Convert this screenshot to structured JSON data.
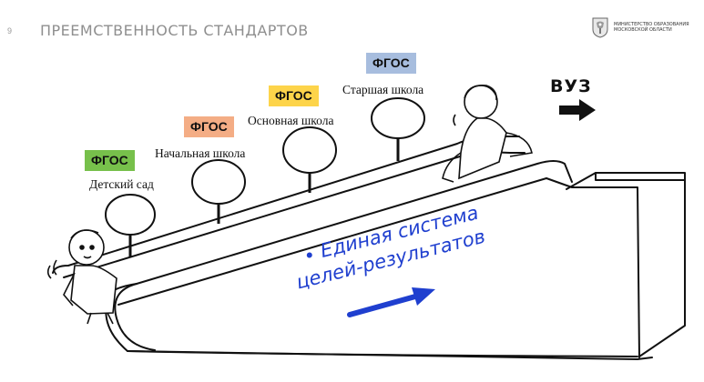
{
  "slide": {
    "number": "9",
    "title": "ПРЕЕМСТВЕННОСТЬ СТАНДАРТОВ"
  },
  "ministry": {
    "line1": "МИНИСТЕРСТВО ОБРАЗОВАНИЯ",
    "line2": "МОСКОВСКОЙ ОБЛАСТИ",
    "emblem_icon": "coat-of-arms-icon"
  },
  "badges": [
    {
      "label": "ФГОС",
      "color": "#77c04b"
    },
    {
      "label": "ФГОС",
      "color": "#f4ad85"
    },
    {
      "label": "ФГОС",
      "color": "#fdd44a"
    },
    {
      "label": "ФГОС",
      "color": "#a7bdde"
    }
  ],
  "levels": [
    "Детский сад",
    "Начальная школа",
    "Основная школа",
    "Старшая школа"
  ],
  "destination": {
    "label": "ВУЗ",
    "arrow_icon": "arrow-right-icon"
  },
  "caption": {
    "line1": "Единая система",
    "line2": "целей-результатов",
    "color": "#1f3fcf"
  }
}
